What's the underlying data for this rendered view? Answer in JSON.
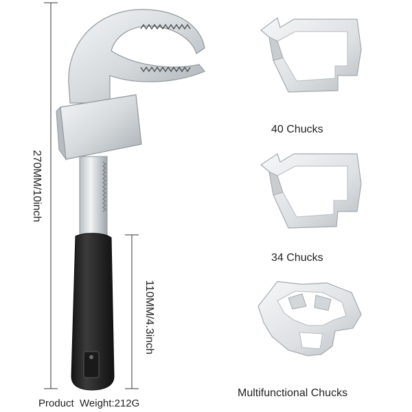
{
  "dimensions": {
    "overall_length": "270MM/10inch",
    "handle_length": "110MM/4.3inch"
  },
  "chucks": [
    {
      "label": "40 Chucks"
    },
    {
      "label": "34 Chucks"
    },
    {
      "label": "Multifunctional Chucks"
    }
  ],
  "product_weight": "Product  Weight:212G",
  "colors": {
    "metal": "#d9dde0",
    "metal_dark": "#9aa1a6",
    "handle": "#2a2a2a",
    "dim_line": "#333333"
  }
}
